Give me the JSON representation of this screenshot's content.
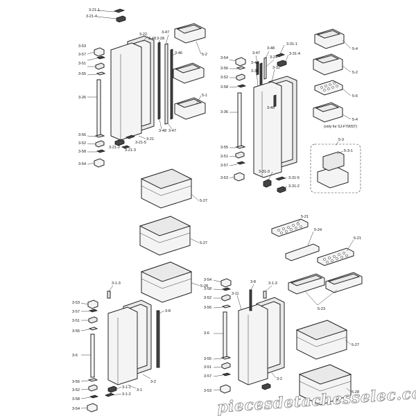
{
  "labels": {
    "l3_21_1": "3-21-1",
    "l3_21_4": "3-21-4",
    "l3_22": "3-22",
    "l3_48a": "3-48",
    "l3_28": "3-28",
    "l3_47a": "3-47",
    "l3_46": "3-46",
    "l5_2a": "5-2",
    "l5_1": "5-1",
    "l3_53a": "3-53",
    "l3_57a": "3-57",
    "l3_51a": "3-51",
    "l3_55a": "3-55",
    "l3_26": "3-26",
    "l3_56a": "3-56",
    "l3_52a": "3-52",
    "l3_58a": "3-58",
    "l3_54a": "3-54",
    "l3_21_2": "3-21-2",
    "l3_21_3": "3-21-3",
    "l3_21_5": "3-21-5",
    "l3_21": "3-21",
    "l3_48b": "3-48",
    "l3_47b": "3-47",
    "l3_54b": "3-54",
    "l3_56b": "3-56",
    "l3_52b": "3-52",
    "l3_58b": "3-58",
    "l3_36": "3-36",
    "l3_55b": "3-55",
    "l3_51b": "3-51",
    "l3_57b": "3-57",
    "l3_53b": "3-53",
    "l3_47c": "3-47",
    "l3_46b": "3-46",
    "l3_31": "3-31",
    "l3_48c": "3-48",
    "l3_24": "3-24",
    "l3_32": "3-32",
    "l3_31_1": "3-31-1",
    "l3_31_4": "3-31-4",
    "l3_40": "3-40",
    "l3_31_3": "3-31-3",
    "l3_31_5": "3-31-5",
    "l3_31_2": "3-31-2",
    "l5_4a": "5-4",
    "l5_2b": "5-2",
    "l5_6": "5-6",
    "l5_4b": "5-4",
    "l5_3": "5-3",
    "l5_3_1": "5-3-1",
    "l5_27a": "5-27",
    "l5_27b": "5-27",
    "l5_28a": "5-28",
    "l3_8a": "3-8",
    "l5_21a": "5-21",
    "l5_24": "5-24",
    "l5_21b": "5-21",
    "l5_23": "5-23",
    "l3_53c": "3-53",
    "l3_57c": "3-57",
    "l3_51c": "3-51",
    "l3_55c": "3-55",
    "l3_6a": "3-6",
    "l3_56c": "3-56",
    "l3_52c": "3-52",
    "l3_58c": "3-58",
    "l3_54c": "3-54",
    "l3_1_3a": "3-1-3",
    "l3_1_1": "3-1-1",
    "l3_1_2": "3-1-2",
    "l3_1": "3-1",
    "l3_2a": "3-2",
    "l3_54d": "3-54",
    "l3_58d": "3-58",
    "l3_52d": "3-52",
    "l3_56d": "3-56",
    "l3_6b": "3-6",
    "l3_55d": "3-55",
    "l3_51d": "3-51",
    "l3_57d": "3-57",
    "l3_53d": "3-53",
    "l3_11": "3-11",
    "l3_8b": "3-8",
    "l3_1_3b": "3-1-3",
    "l3_2b": "3-2",
    "l5_27c": "5-27",
    "l5_28b": "5-28"
  },
  "note": "(only for SJ-F790ST)",
  "watermark": "piecesdetachesselec.com"
}
